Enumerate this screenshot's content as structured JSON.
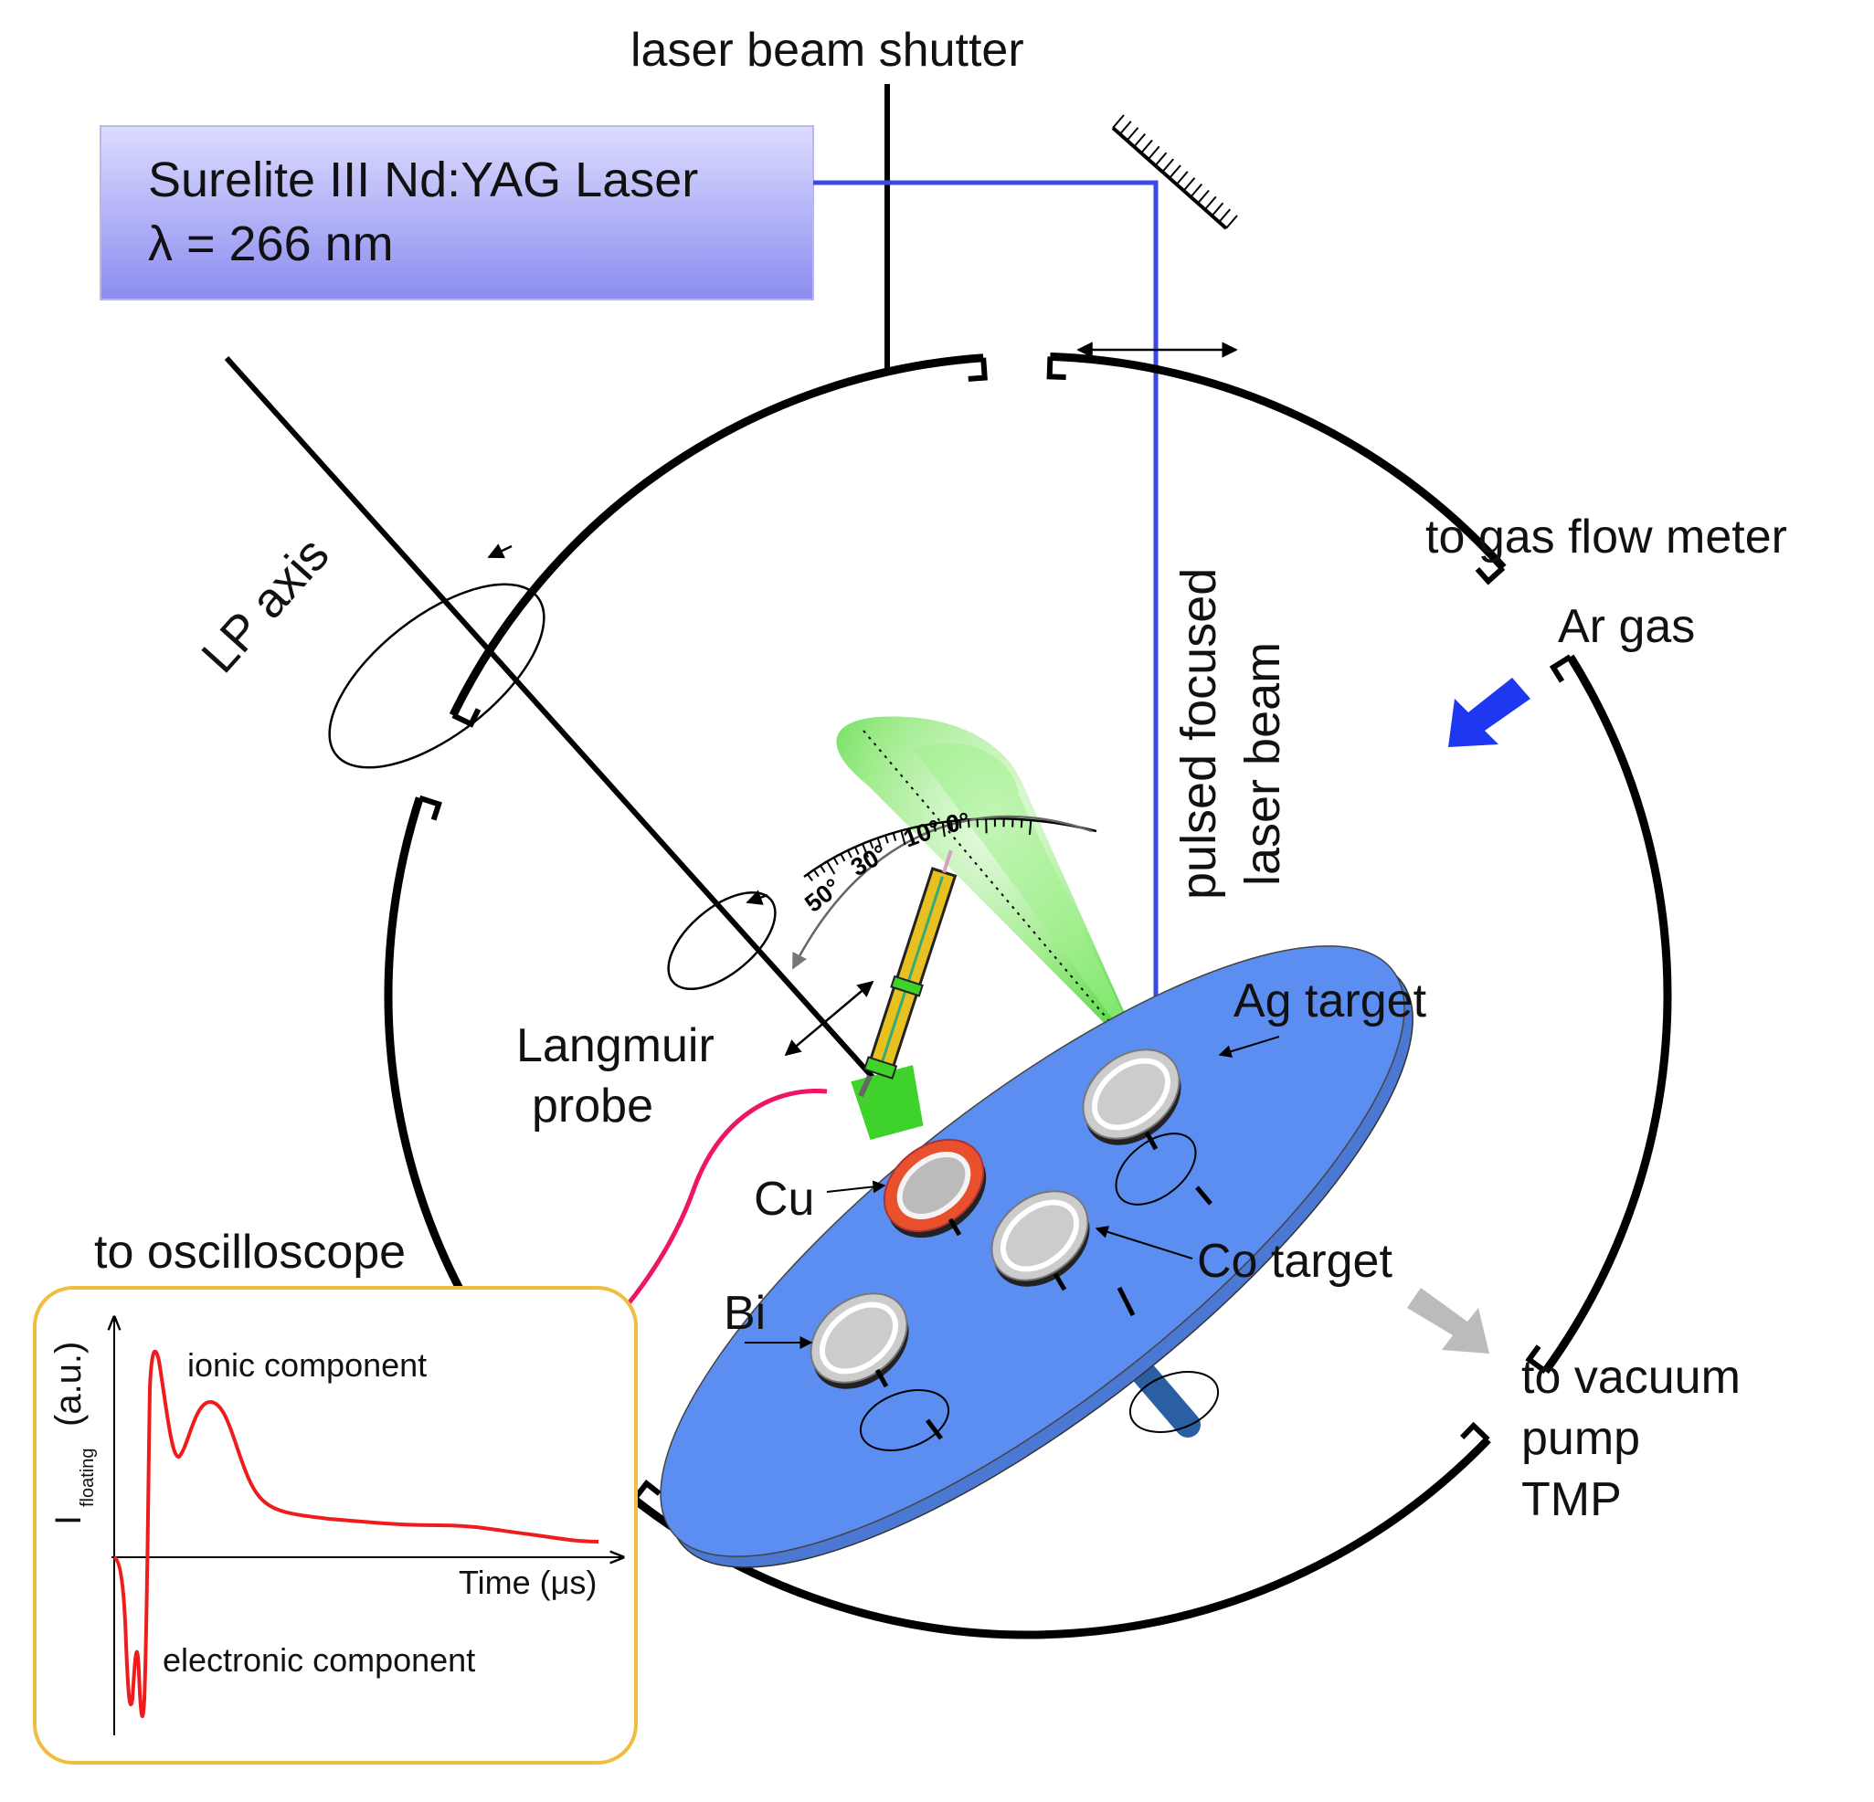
{
  "labels": {
    "laser_beam_shutter": "laser beam shutter",
    "laser_name": "Surelite III Nd:YAG Laser",
    "laser_wavelength": "λ = 266 nm",
    "lp_axis": "LP axis",
    "pulsed_focused": "pulsed focused",
    "laser_beam": "laser beam",
    "to_gas_flow_meter": "to gas flow meter",
    "ar_gas": "Ar gas",
    "ag_target": "Ag target",
    "langmuir": "Langmuir",
    "probe": "probe",
    "cu": "Cu",
    "co_target": "Co target",
    "bi": "Bi",
    "to_oscilloscope": "to oscilloscope",
    "to_vacuum": "to vacuum",
    "pump": "pump",
    "tmp": "TMP"
  },
  "angle_scale": [
    "50°",
    "30°",
    "10°",
    "0°"
  ],
  "oscilloscope": {
    "ionic_component": "ionic component",
    "electronic_component": "electronic component",
    "xlabel": "Time (μs)",
    "ylabel_main": "I",
    "ylabel_sub": "floating",
    "ylabel_unit": "(a.u.)"
  },
  "colors": {
    "laser_box_top": "#d8d8ff",
    "laser_box_bottom": "#8f8ff2",
    "beam": "#3b48e8",
    "plume": "#4fd83c",
    "target_disc": "#5b8ef0",
    "cu": "#e8502e",
    "signal_trace": "#ee1c1c",
    "cable": "#ee1566",
    "oscilloscope_border": "#f0be3e",
    "ar_arrow": "#1d38f0",
    "vacuum_arrow": "#bbbbbb"
  }
}
